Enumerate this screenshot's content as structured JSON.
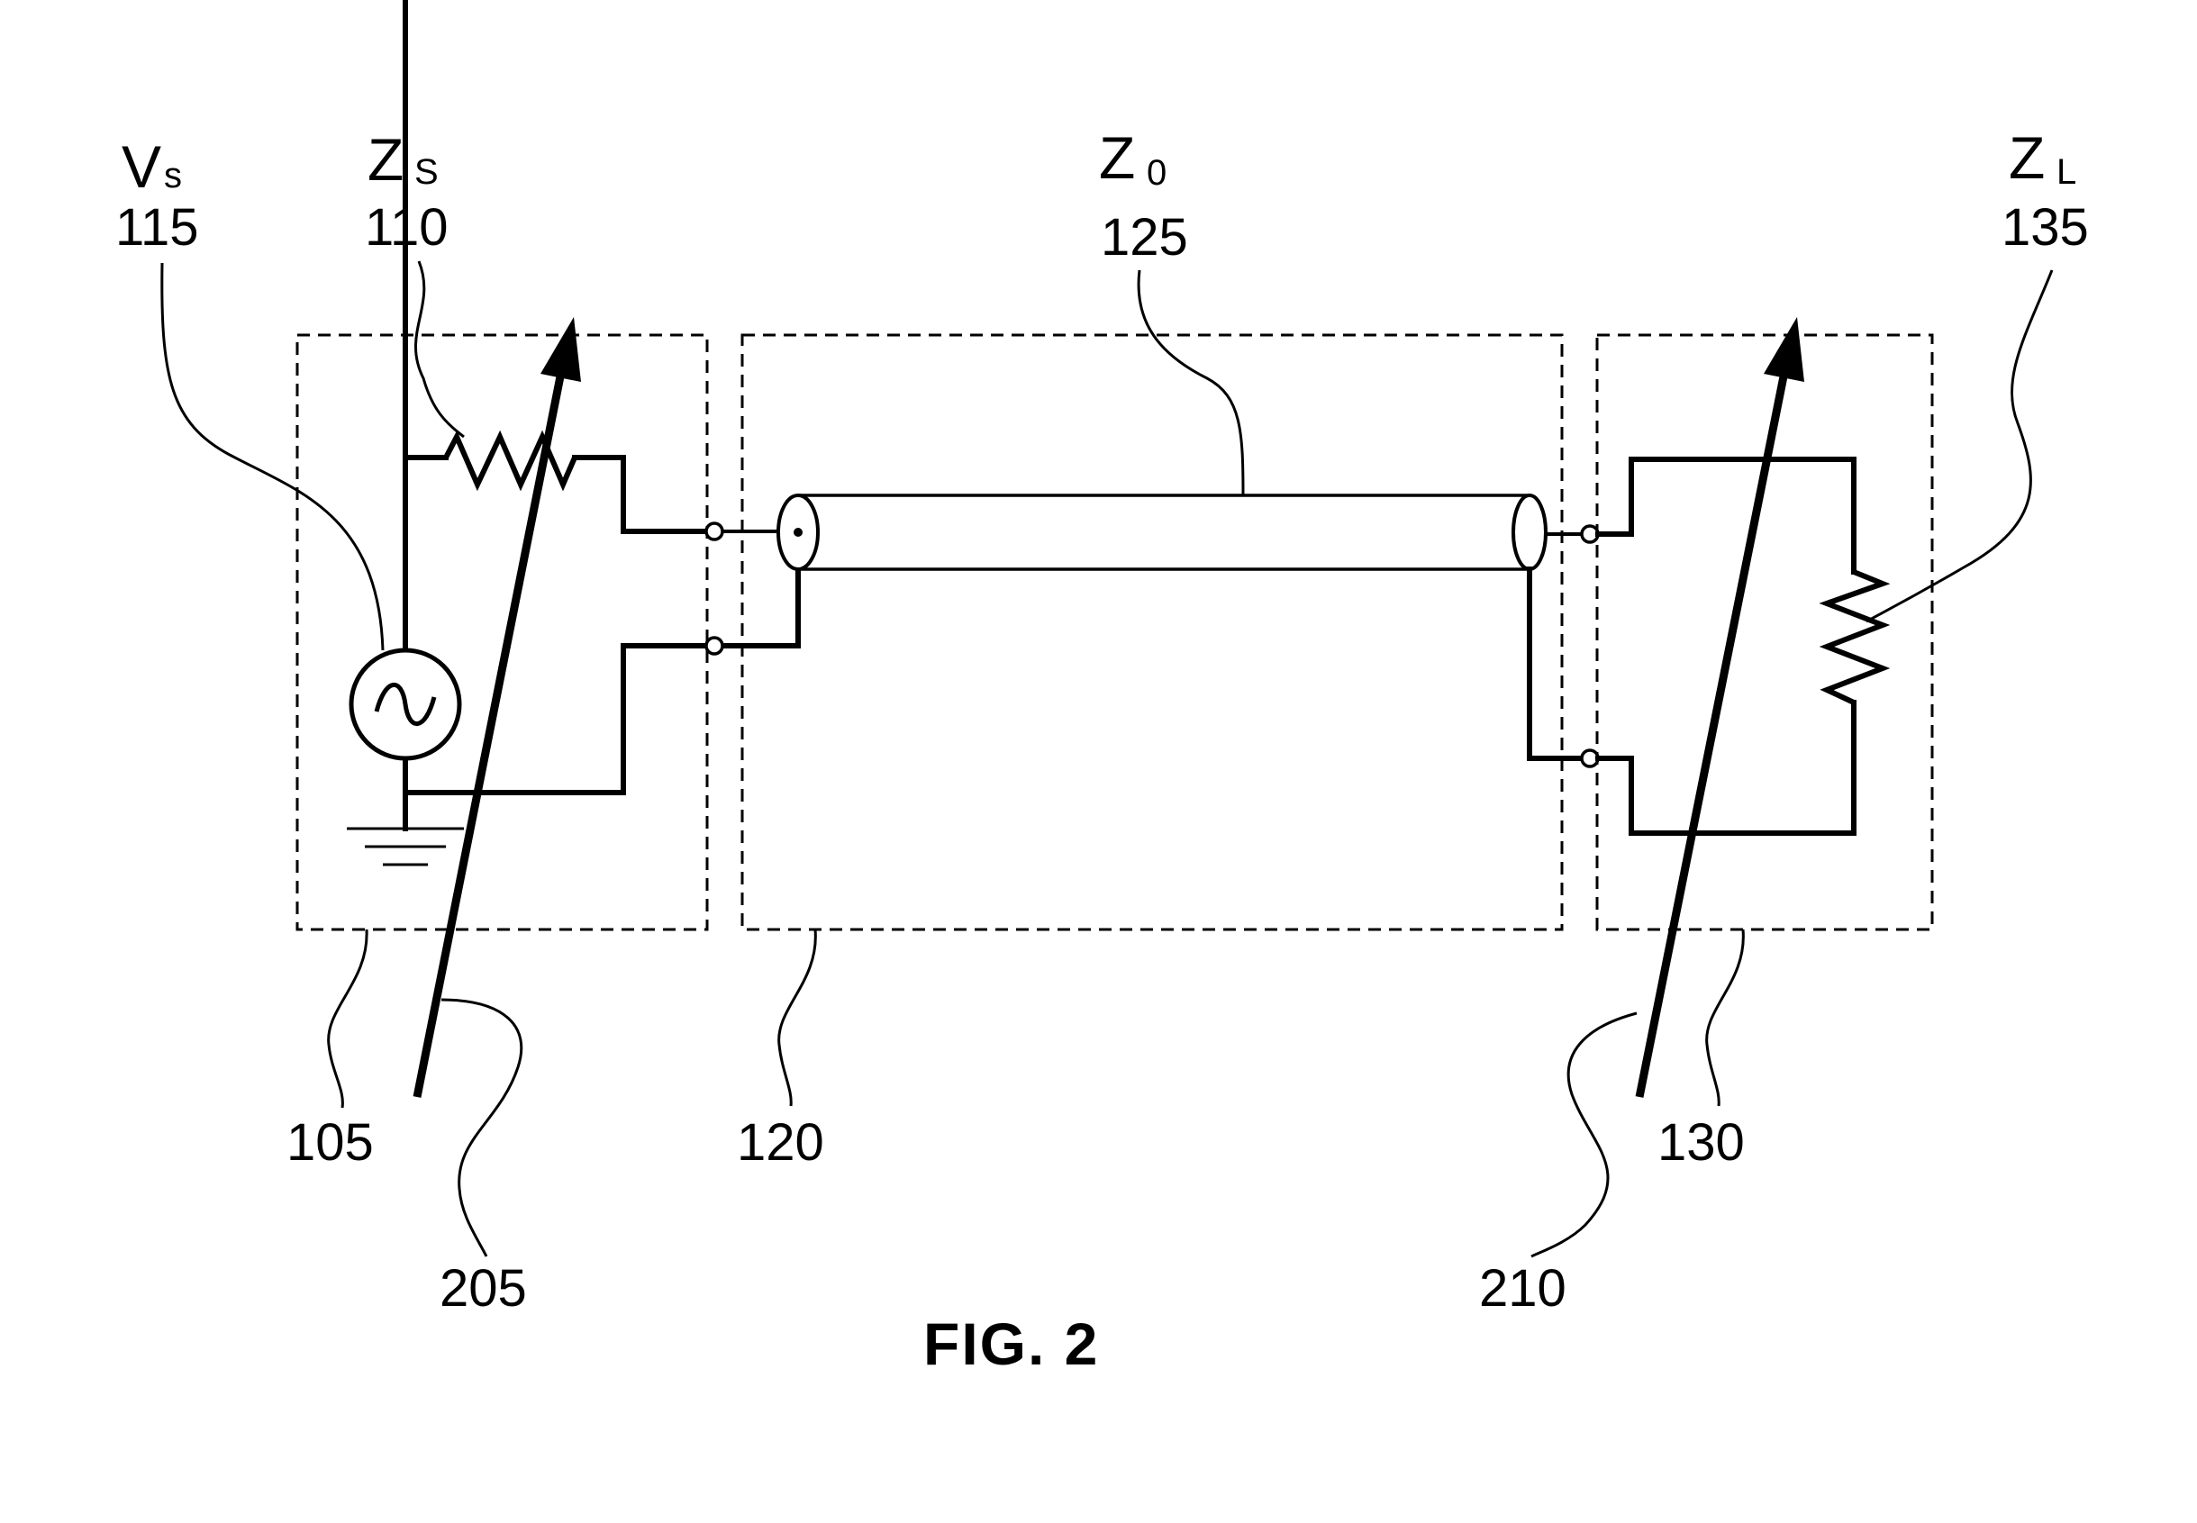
{
  "symbols": {
    "vs": {
      "main": "V",
      "sub": "s"
    },
    "zs": {
      "main": "Z",
      "sub": "S"
    },
    "z0": {
      "main": "Z",
      "sub": "0"
    },
    "zl": {
      "main": "Z",
      "sub": "L"
    }
  },
  "refs": {
    "r115": "115",
    "r110": "110",
    "r125": "125",
    "r135": "135",
    "r105": "105",
    "r205": "205",
    "r120": "120",
    "r210": "210",
    "r130": "130"
  },
  "figure_label": "FIG. 2"
}
